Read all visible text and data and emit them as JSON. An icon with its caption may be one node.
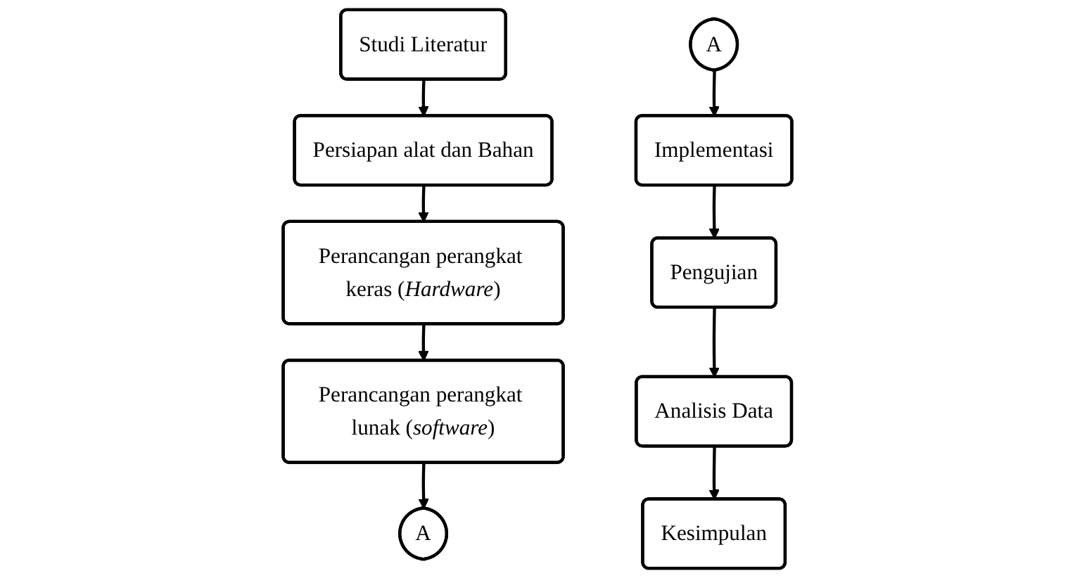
{
  "diagram": {
    "nodes": [
      {
        "text": [
          "Studi Literatur"
        ]
      },
      {
        "text": [
          "Persiapan alat dan Bahan"
        ]
      },
      {
        "text": [
          "Perancangan perangkat keras (*Hardware*)"
        ]
      },
      {
        "text": [
          "Perancangan perangkat lunak (*software*)"
        ]
      },
      {
        "text": [
          "A"
        ]
      },
      {
        "text": [
          "A"
        ]
      },
      {
        "text": [
          "Implementasi"
        ]
      },
      {
        "text": [
          "Pengujian"
        ]
      },
      {
        "text": [
          "Analisis Data"
        ]
      },
      {
        "text": [
          "Kesimpulan"
        ]
      }
    ],
    "edges": [
      {
        "from": 0,
        "to": 1,
        "arrow": "to"
      },
      {
        "from": 1,
        "to": 2,
        "arrow": "to"
      },
      {
        "from": 2,
        "to": 3,
        "arrow": "to"
      },
      {
        "from": 3,
        "to": 4,
        "arrow": "to"
      },
      {
        "from": 5,
        "to": 6,
        "arrow": "to"
      },
      {
        "from": 6,
        "to": 7,
        "arrow": "to"
      },
      {
        "from": 7,
        "to": 8,
        "arrow": "to"
      },
      {
        "from": 8,
        "to": 9,
        "arrow": "to"
      }
    ]
  }
}
